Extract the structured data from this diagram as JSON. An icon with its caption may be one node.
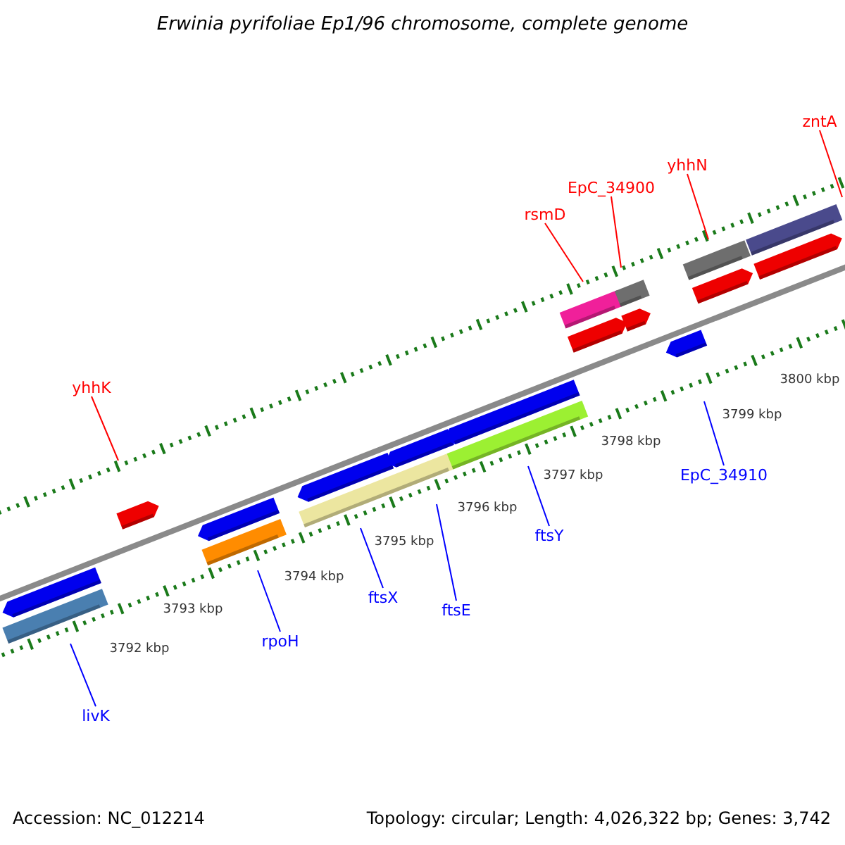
{
  "diagram": {
    "title": "Erwinia pyrifoliae Ep1/96 chromosome, complete genome",
    "nodes": [
      {
        "text": [
          "zntA"
        ]
      },
      {
        "text": [
          "yhhN"
        ]
      },
      {
        "text": [
          "EpC_34900"
        ]
      },
      {
        "text": [
          "rsmD"
        ]
      },
      {
        "text": [
          "yhhK"
        ]
      },
      {
        "text": [
          "EpC_34910"
        ]
      },
      {
        "text": [
          "ftsY"
        ]
      },
      {
        "text": [
          "ftsX"
        ]
      },
      {
        "text": [
          "ftsE"
        ]
      },
      {
        "text": [
          "rpoH"
        ]
      },
      {
        "text": [
          "livK"
        ]
      }
    ],
    "edges": [
      {
        "from": 0,
        "to": null,
        "arrow": "none",
        "color": "#ff0000"
      },
      {
        "from": 1,
        "to": null,
        "arrow": "none",
        "color": "#ff0000"
      },
      {
        "from": 2,
        "to": null,
        "arrow": "none",
        "color": "#ff0000"
      },
      {
        "from": 3,
        "to": null,
        "arrow": "none",
        "color": "#ff0000"
      },
      {
        "from": 4,
        "to": null,
        "arrow": "none",
        "color": "#ff0000"
      },
      {
        "from": 5,
        "to": null,
        "arrow": "none"
      },
      {
        "from": 6,
        "to": null,
        "arrow": "none"
      },
      {
        "from": 7,
        "to": null,
        "arrow": "none"
      },
      {
        "from": 8,
        "to": null,
        "arrow": "none"
      },
      {
        "from": 9,
        "to": null,
        "arrow": "none"
      },
      {
        "from": 10,
        "to": null,
        "arrow": "none"
      }
    ],
    "labels": [
      "3800 kbp",
      "3799 kbp",
      "3798 kbp",
      "3797 kbp",
      "3796 kbp",
      "3795 kbp",
      "3794 kbp",
      "3793 kbp",
      "3792 kbp",
      "Accession: NC_012214",
      "Topology: circular; Length: 4,026,322 bp; Genes: 3,742"
    ]
  }
}
